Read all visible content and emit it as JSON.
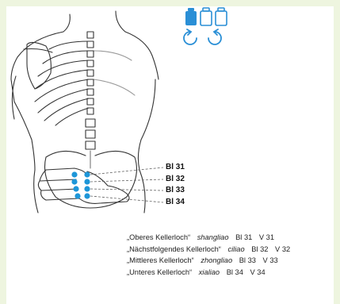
{
  "icons": {
    "accent_color": "#2a8fd6",
    "cups": [
      "cup-filled-icon",
      "cup-outline-icon",
      "cup-outline-icon"
    ],
    "rotations": [
      "rotate-ccw-icon",
      "rotate-cw-icon"
    ]
  },
  "colors": {
    "point": "#1e96d8",
    "line": "#333333",
    "leader": "#666666"
  },
  "callouts": [
    {
      "label": "Bl 31"
    },
    {
      "label": "Bl 32"
    },
    {
      "label": "Bl 33"
    },
    {
      "label": "Bl 34"
    }
  ],
  "legend": [
    {
      "de": "„Oberes Kellerloch“",
      "pinyin": "shangliao",
      "bl": "Bl 31",
      "v": "V 31"
    },
    {
      "de": "„Nächstfolgendes Kellerloch“",
      "pinyin": "ciliao",
      "bl": "Bl 32",
      "v": "V 32"
    },
    {
      "de": "„Mittleres Kellerloch“",
      "pinyin": "zhongliao",
      "bl": "Bl 33",
      "v": "V 33"
    },
    {
      "de": "„Unteres Kellerloch“",
      "pinyin": "xialiao",
      "bl": "Bl 34",
      "v": "V 34"
    }
  ]
}
